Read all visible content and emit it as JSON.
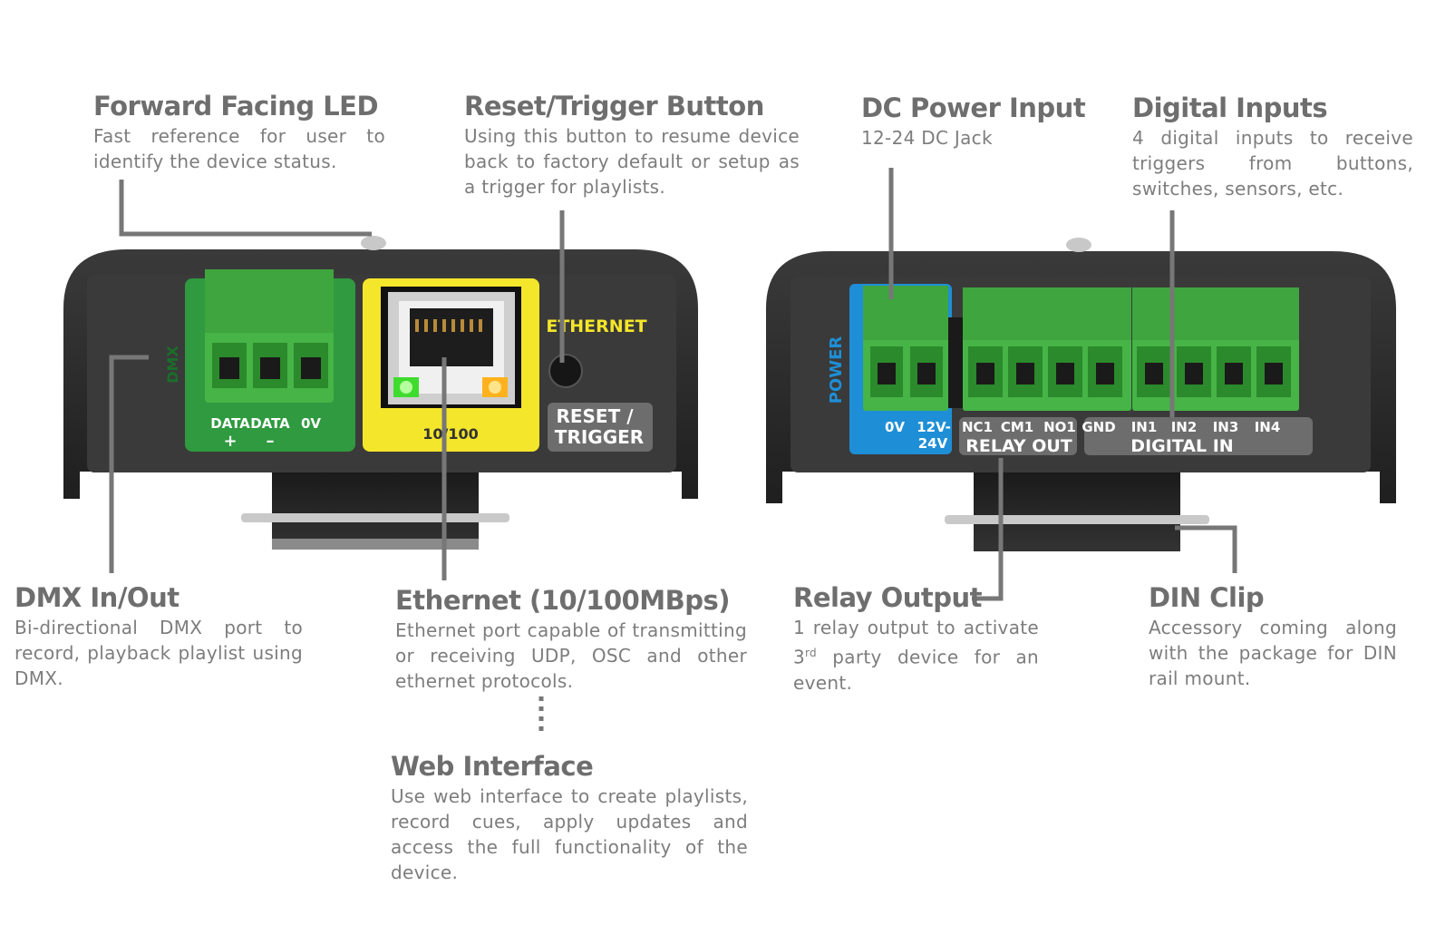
{
  "callouts": {
    "forward_led": {
      "title": "Forward Facing LED",
      "desc": "Fast reference for user to identify the device status."
    },
    "reset_button": {
      "title": "Reset/Trigger Button",
      "desc": "Using this button to resume device back to factory default or setup as a trigger for playlists."
    },
    "dc_power": {
      "title": "DC Power Input",
      "desc": "12-24 DC Jack"
    },
    "digital_inputs": {
      "title": "Digital Inputs",
      "desc": "4 digital inputs to receive triggers from buttons, switches, sensors, etc."
    },
    "dmx": {
      "title": "DMX In/Out",
      "desc": "Bi-directional DMX port to record, playback playlist using DMX."
    },
    "ethernet": {
      "title": "Ethernet (10/100MBps)",
      "desc": "Ethernet port capable of transmitting or receiving UDP, OSC and other ethernet protocols."
    },
    "relay": {
      "title": "Relay Output",
      "desc_pre": "1 relay output to activate 3",
      "desc_sup": "rd",
      "desc_post": " party device for an event."
    },
    "din_clip": {
      "title": "DIN Clip",
      "desc": "Accessory coming along with the package for DIN rail mount."
    },
    "web_interface": {
      "title": "Web Interface",
      "desc": "Use web interface to create playlists, record cues, apply updates and access the full functionality of the device."
    }
  },
  "left_device": {
    "dmx_label": "DMX",
    "dmx_pins": [
      "DATA",
      "DATA",
      "0V"
    ],
    "dmx_pin_signs": [
      "+",
      "–",
      ""
    ],
    "ethernet_label": "ETHERNET",
    "port_speed": "10/100",
    "reset_label_1": "RESET /",
    "reset_label_2": "TRIGGER"
  },
  "right_device": {
    "power_label": "POWER",
    "power_pins": [
      "0V",
      "12V-"
    ],
    "power_pin_sub": "24V",
    "relay_pins": [
      "NC1",
      "CM1",
      "NO1"
    ],
    "relay_label": "RELAY OUT",
    "digital_pins": [
      "GND",
      "IN1",
      "IN2",
      "IN3",
      "IN4"
    ],
    "digital_label": "DIGITAL IN"
  },
  "colors": {
    "housing": "#2b2b2b",
    "panel": "#3a3a3a",
    "terminal_green": "#3ba63b",
    "dmx_panel": "#2f9a3f",
    "ethernet_yellow": "#f4e62a",
    "power_blue": "#1e8fd6",
    "label_grey": "#6d6d6d",
    "leader": "#777777"
  }
}
